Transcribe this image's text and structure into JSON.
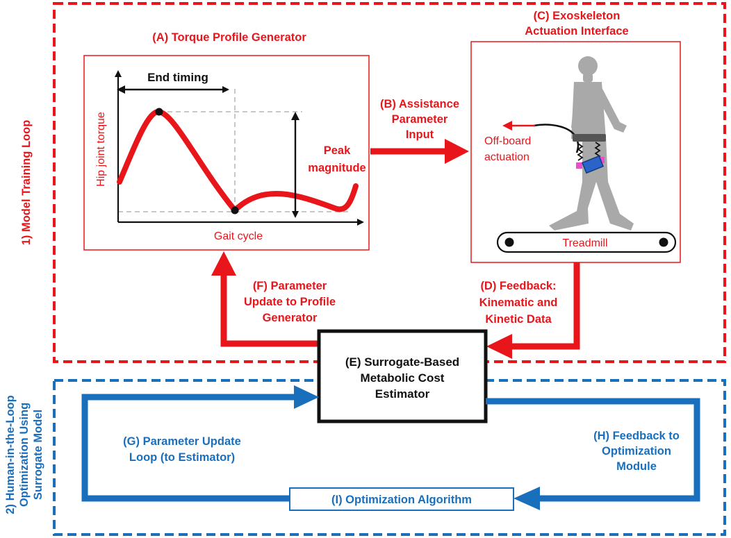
{
  "colors": {
    "red": "#e8161b",
    "blue": "#1a6fbd",
    "black": "#111111",
    "grey_figure": "#a9a9a9",
    "pink": "#e84fc8",
    "device_blue": "#2a64c8"
  },
  "loops": {
    "training": "1) Model Training Loop",
    "optimization": [
      "2) Human-in-the-Loop",
      "Optimization Using",
      "Surrogate Model"
    ]
  },
  "torque": {
    "title": "(A) Torque Profile Generator",
    "end_timing": "End timing",
    "peak": [
      "Peak",
      "magnitude"
    ],
    "y_label": "Hip joint torque",
    "x_label": "Gait cycle"
  },
  "assistance": [
    "(B) Assistance",
    "Parameter",
    "Input"
  ],
  "exo": {
    "title": [
      "(C) Exoskeleton",
      "Actuation Interface"
    ],
    "offboard": [
      "Off-board",
      "actuation"
    ],
    "treadmill": "Treadmill"
  },
  "feedback_d": [
    "(D) Feedback:",
    "Kinematic and",
    "Kinetic Data"
  ],
  "estimator": [
    "(E) Surrogate-Based",
    "Metabolic Cost",
    "Estimator"
  ],
  "update_f": [
    "(F) Parameter",
    "Update to Profile",
    "Generator"
  ],
  "loop_g": [
    "(G) Parameter Update",
    "Loop (to Estimator)"
  ],
  "feedback_h": [
    "(H) Feedback to",
    "Optimization",
    "Module"
  ],
  "algorithm": "(I) Optimization Algorithm",
  "icons": [
    "walking-person-icon",
    "treadmill-roller-icon",
    "exoskeleton-device-icon"
  ]
}
